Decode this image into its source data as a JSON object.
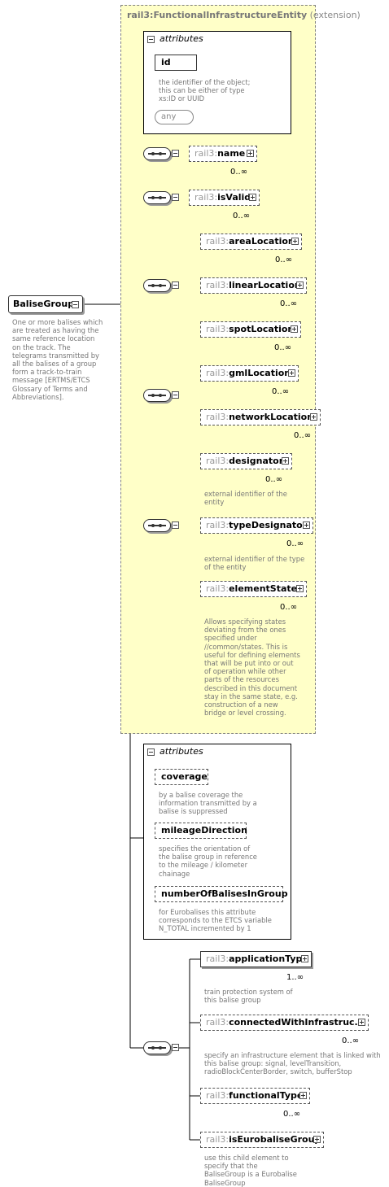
{
  "root": {
    "name": "BaliseGroup",
    "doc": "One or more balises which are treated as having the same reference location on the track. The telegrams transmitted by all the balises of a group form a track-to-train message [ERTMS/ETCS Glossary of Terms and Abbreviations]."
  },
  "extension": {
    "prefix": "rail3:",
    "name": "FunctionalInfrastructureEntity",
    "suffix": " (extension)",
    "attributes": {
      "header": "attributes",
      "id": "id",
      "id_doc": "the identifier of the object; this can be either of type xs:ID or UUID",
      "any": "any"
    },
    "elements": [
      {
        "prefix": "rail3:",
        "name": "name",
        "mult": "0..∞",
        "doc": ""
      },
      {
        "prefix": "rail3:",
        "name": "isValid",
        "mult": "0..∞",
        "doc": ""
      },
      {
        "prefix": "rail3:",
        "name": "areaLocation",
        "mult": "0..∞",
        "doc": ""
      },
      {
        "prefix": "rail3:",
        "name": "linearLocation",
        "mult": "0..∞",
        "doc": ""
      },
      {
        "prefix": "rail3:",
        "name": "spotLocation",
        "mult": "0..∞",
        "doc": ""
      },
      {
        "prefix": "rail3:",
        "name": "gmlLocation",
        "mult": "0..∞",
        "doc": ""
      },
      {
        "prefix": "rail3:",
        "name": "networkLocation",
        "mult": "0..∞",
        "doc": ""
      },
      {
        "prefix": "rail3:",
        "name": "designator",
        "mult": "0..∞",
        "doc": "external identifier of the entity"
      },
      {
        "prefix": "rail3:",
        "name": "typeDesignator",
        "mult": "0..∞",
        "doc": "external identifier of the type of the entity"
      },
      {
        "prefix": "rail3:",
        "name": "elementState",
        "mult": "0..∞",
        "doc": "Allows specifying states deviating from the ones specified under //common/states. This is useful for defining elements that will be put into or out of operation while other parts of the resources described in this document stay in the same state, e.g. construction of a new bridge or level crossing."
      }
    ]
  },
  "attributes": {
    "header": "attributes",
    "items": [
      {
        "name": "coverage",
        "doc": "by a balise coverage the information transmitted by a balise is suppressed"
      },
      {
        "name": "mileageDirection",
        "doc": "specifies the orientation of the balise group in reference to the mileage / kilometer chainage"
      },
      {
        "name": "numberOfBalisesInGroup",
        "doc": "for Eurobalises this attribute corresponds to the ETCS variable N_TOTAL incremented by 1"
      }
    ]
  },
  "elements": [
    {
      "prefix": "rail3:",
      "name": "applicationType",
      "mult": "1..∞",
      "doc": "train protection system of this balise group"
    },
    {
      "prefix": "rail3:",
      "name": "connectedWithInfrastruc...",
      "mult": "0..∞",
      "doc": "specify an infrastructure element that is linked with this balise group: signal, levelTransition, radioBlockCenterBorder, switch, bufferStop"
    },
    {
      "prefix": "rail3:",
      "name": "functionalType",
      "mult": "0..∞",
      "doc": ""
    },
    {
      "prefix": "rail3:",
      "name": "isEurobaliseGroup",
      "mult": "",
      "doc": "use this child element to specify that the BaliseGroup is a Eurobalise BaliseGroup"
    }
  ]
}
